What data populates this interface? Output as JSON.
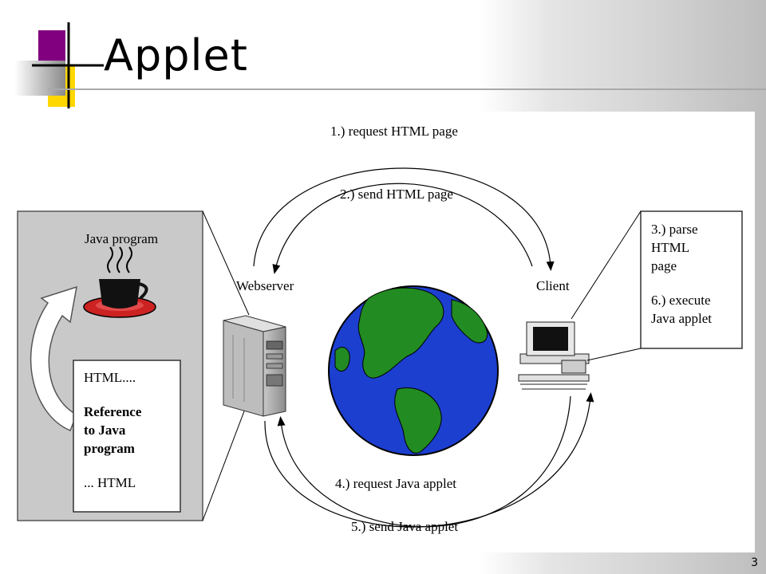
{
  "slide": {
    "title": "Applet",
    "page_number": "3"
  },
  "diagram": {
    "java_program_label": "Java program",
    "webserver_label": "Webserver",
    "client_label": "Client",
    "html_doc": {
      "line1": "HTML....",
      "ref_line1": "Reference",
      "ref_line2": "to Java",
      "ref_line3": "program",
      "line_end": "... HTML"
    },
    "client_note": {
      "line1": "3.) parse",
      "line2": "HTML",
      "line3": "page",
      "line4": "6.) execute",
      "line5": "Java applet"
    },
    "steps": {
      "step1": "1.) request HTML page",
      "step2": "2.) send HTML page",
      "step4": "4.) request Java applet",
      "step5": "5.) send Java applet"
    },
    "colors": {
      "ocean": "#1c3fd0",
      "land": "#228b22",
      "cup": "#111111",
      "saucer": "#cc2222",
      "logo_purple": "#800080",
      "logo_yellow": "#ffd700"
    }
  }
}
